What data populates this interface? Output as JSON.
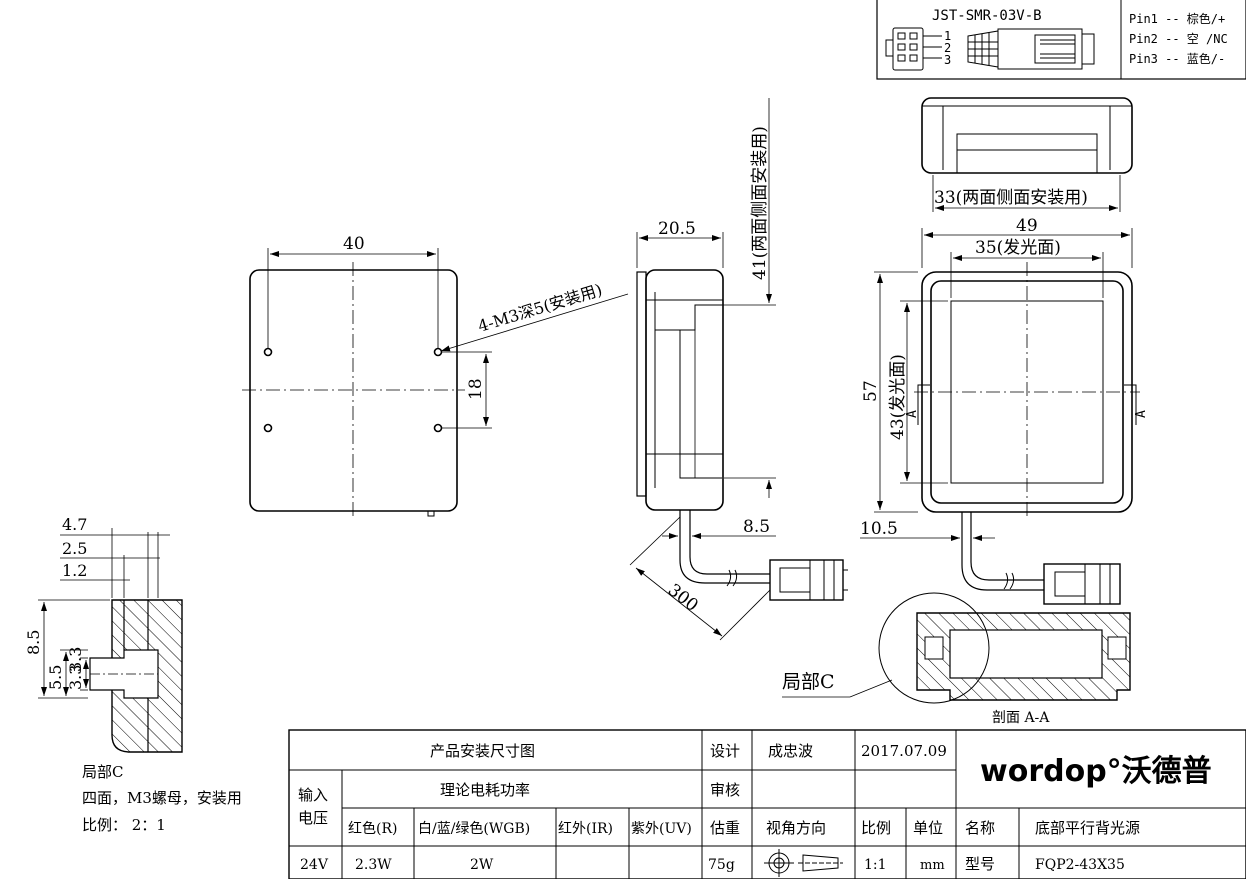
{
  "connector": {
    "model": "JST-SMR-03V-B",
    "pin_numbers": [
      "1",
      "2",
      "3"
    ],
    "pins": [
      "Pin1 -- 棕色/+",
      "Pin2 -- 空 /NC",
      "Pin3 -- 蓝色/-"
    ]
  },
  "dimensions": {
    "width_40": "40",
    "hole_spacing_18": "18",
    "thread_note": "4-M3深5(安装用)",
    "depth_20_5": "20.5",
    "side_41": "41(两面侧面安装用)",
    "cable_8_5": "8.5",
    "cable_300": "300",
    "top_33": "33(两面侧面安装用)",
    "width_49": "49",
    "emit_35": "35(发光面)",
    "height_57": "57",
    "emit_43": "43(发光面)",
    "section_mark_left": "A",
    "section_mark_right": "A",
    "offset_10_5": "10.5",
    "detail_c_label": "局部C",
    "section_label": "剖面 A-A"
  },
  "detail": {
    "d4_7": "4.7",
    "d2_5": "2.5",
    "d1_2": "1.2",
    "d8_5": "8.5",
    "d5_5": "5.5",
    "d3_3a": "3.3",
    "d3_3b": "3.3",
    "note_lines": [
      "局部C",
      "四面，M3螺母，安装用",
      "比例： 2：1"
    ]
  },
  "title_block": {
    "title": "产品安装尺寸图",
    "design_label": "设计",
    "designer": "成忠波",
    "date": "2017.07.09",
    "review_label": "审核",
    "input_voltage_label_1": "输入",
    "input_voltage_label_2": "电压",
    "power_label": "理论电耗功率",
    "col_red": "红色(R)",
    "col_wgb": "白/蓝/绿色(WGB)",
    "col_ir": "红外(IR)",
    "col_uv": "紫外(UV)",
    "weight_label": "估重",
    "view_label": "视角方向",
    "scale_label": "比例",
    "unit_label": "单位",
    "name_label": "名称",
    "product_name": "底部平行背光源",
    "voltage": "24V",
    "power_red": "2.3W",
    "power_wgb": "2W",
    "power_ir": "",
    "power_uv": "",
    "weight": "75g",
    "scale": "1:1",
    "unit": "mm",
    "model_label": "型号",
    "model": "FQP2-43X35",
    "brand": "wordop°沃德普"
  }
}
